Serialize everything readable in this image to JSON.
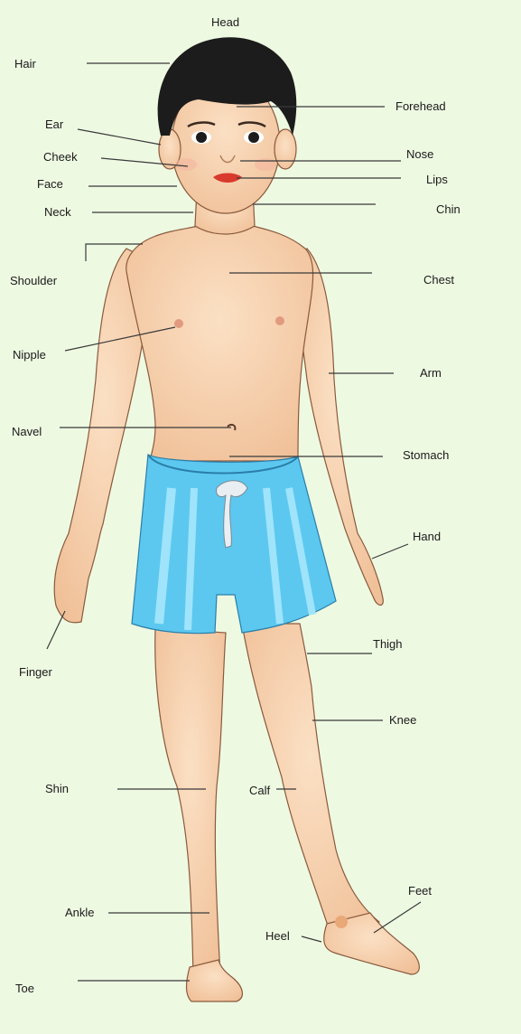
{
  "labels": {
    "head": "Head",
    "hair": "Hair",
    "forehead": "Forehead",
    "ear": "Ear",
    "cheek": "Cheek",
    "nose": "Nose",
    "face": "Face",
    "lips": "Lips",
    "neck": "Neck",
    "chin": "Chin",
    "shoulder": "Shoulder",
    "chest": "Chest",
    "nipple": "Nipple",
    "arm": "Arm",
    "navel": "Navel",
    "stomach": "Stomach",
    "hand": "Hand",
    "finger": "Finger",
    "thigh": "Thigh",
    "knee": "Knee",
    "shin": "Shin",
    "calf": "Calf",
    "feet": "Feet",
    "ankle": "Ankle",
    "heel": "Heel",
    "toe": "Toe"
  },
  "colors": {
    "background": "#eef9e2",
    "skin": "#f7d2ae",
    "skin_shadow": "#e9b48c",
    "hair": "#1c1c1c",
    "shorts": "#5cc8f0",
    "shorts_stripe": "#9fe4fb",
    "lips": "#d93a2e",
    "pointer_line": "#3a3a3a"
  }
}
